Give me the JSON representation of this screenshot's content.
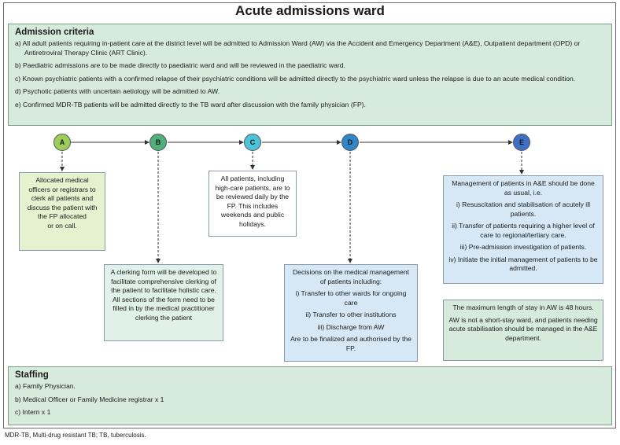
{
  "title": "Acute admissions ward",
  "criteria": {
    "heading": "Admission criteria",
    "items": [
      "a) All adult patients requiring in-patient care at the district level will be admitted to Admission Ward (AW) via the Accident and Emergency Department (A&E), Outpatient department (OPD) or Antiretroviral Therapy Clinic (ART Clinic).",
      "b) Paediatric admissions are to be made directly to paediatric ward and will be reviewed in the paediatric ward.",
      "c) Known psychiatric patients with a confirmed relapse of their psychiatric conditions will be admitted directly to the psychiatric ward unless the relapse is due to an acute medical condition.",
      "d) Psychotic patients with uncertain aetiology will be admitted to AW.",
      "e) Confirmed MDR-TB patients will be admitted directly to the TB ward after discussion with the family physician (FP)."
    ]
  },
  "nodes": [
    {
      "label": "A",
      "color": "#9acd5a"
    },
    {
      "label": "B",
      "color": "#4fb07a"
    },
    {
      "label": "C",
      "color": "#4cc3d9"
    },
    {
      "label": "D",
      "color": "#2f86c8"
    },
    {
      "label": "E",
      "color": "#3d6fc4"
    }
  ],
  "boxes": {
    "a": {
      "lines": [
        "Allocated medical officers or registrars to clerk all patients and discuss the patient with the FP allocated",
        "or on call."
      ],
      "color": "#e5f2cf"
    },
    "b": {
      "lines": [
        "A clerking form will be developed to facilitate comprehensive clerking of the patient to facilitate holistic care. All sections of the form need to be filled in by the medical practitioner clerking the patient"
      ],
      "color": "#e0f1ea"
    },
    "c": {
      "lines": [
        "All patients, including high-care patients, are to be reviewed daily by the FP. This includes weekends and public holidays."
      ],
      "color": "#ffffff"
    },
    "d": {
      "lines": [
        "Decisions on the medical management of patients including:",
        "i) Transfer to other wards for ongoing care",
        "ii) Transfer to other institutions",
        "iii) Discharge from AW",
        "Are to be finalized and authorised by the FP."
      ],
      "color": "#d6e8f6"
    },
    "e": {
      "lines": [
        "Management of patients in A&E should be done as usual, i.e.",
        "i) Resuscitation and stabilisation of acutely ill patients.",
        "ii) Transfer of patients requiring a higher level of care to regional/tertiary care.",
        "iii) Pre-admission investigation of patients.",
        "iv) Initiate the initial management of patients to be admitted."
      ],
      "color": "#d6e8f6"
    },
    "stay": {
      "lines": [
        "The maximum length of stay in AW is 48 hours.",
        "AW is not a short-stay ward, and patients needing acute stabilisation should be managed in the A&E department."
      ],
      "color": "#d7ebdd"
    }
  },
  "staffing": {
    "heading": "Staffing",
    "items": [
      "a) Family Physician.",
      "b) Medical Officer or Family Medicine registrar x 1",
      "c) Intern x 1"
    ]
  },
  "footnote": "MDR-TB, Multi-drug resistant TB; TB, tuberculosis."
}
